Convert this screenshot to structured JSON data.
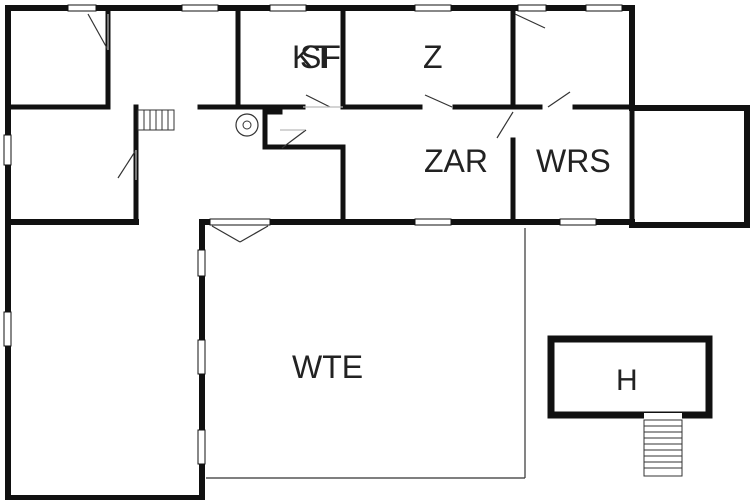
{
  "rooms": [
    {
      "id": "kt",
      "label": "KT",
      "overlay": "SF"
    },
    {
      "id": "z",
      "label": "Z"
    },
    {
      "id": "zar",
      "label": "ZAR"
    },
    {
      "id": "wrs",
      "label": "WRS"
    },
    {
      "id": "wte",
      "label": "WTE"
    },
    {
      "id": "h",
      "label": "H"
    }
  ],
  "colors": {
    "wall": "#111111",
    "background": "#ffffff",
    "label": "#222222"
  }
}
